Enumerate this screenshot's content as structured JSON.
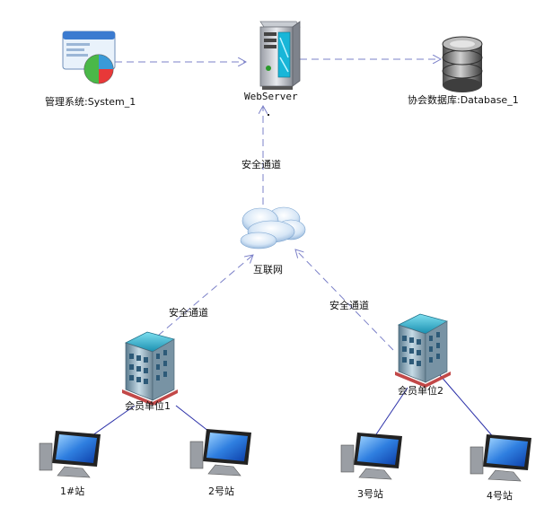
{
  "nodes": {
    "system": {
      "label": "管理系统:System_1",
      "icon": "application-window-icon"
    },
    "webserver": {
      "label": "WebServer",
      "icon": "server-tower-icon"
    },
    "database": {
      "label": "协会数据库:Database_1",
      "icon": "database-icon"
    },
    "internet": {
      "label": "互联网",
      "icon": "cloud-icon"
    },
    "unit1": {
      "label": "会员单位1",
      "icon": "office-building-icon"
    },
    "unit2": {
      "label": "会员单位2",
      "icon": "office-building-icon"
    },
    "station1": {
      "label": "1#站",
      "icon": "monitor-icon"
    },
    "station2": {
      "label": "2号站",
      "icon": "monitor-icon"
    },
    "station3": {
      "label": "3号站",
      "icon": "monitor-icon"
    },
    "station4": {
      "label": "4号站",
      "icon": "monitor-icon"
    }
  },
  "edges": {
    "cloud_to_server": {
      "label": "安全通道",
      "style": "dashed"
    },
    "unit1_to_cloud": {
      "label": "安全通道",
      "style": "dashed"
    },
    "unit2_to_cloud": {
      "label": "安全通道",
      "style": "dashed"
    },
    "system_to_server": {
      "label": "",
      "style": "dashed"
    },
    "server_to_db": {
      "label": "",
      "style": "dashed"
    },
    "unit_to_station": {
      "label": "",
      "style": "solid"
    }
  },
  "colors": {
    "dashed_line": "#7b80c8",
    "solid_line": "#2a2fa8",
    "label_text": "#111111"
  }
}
